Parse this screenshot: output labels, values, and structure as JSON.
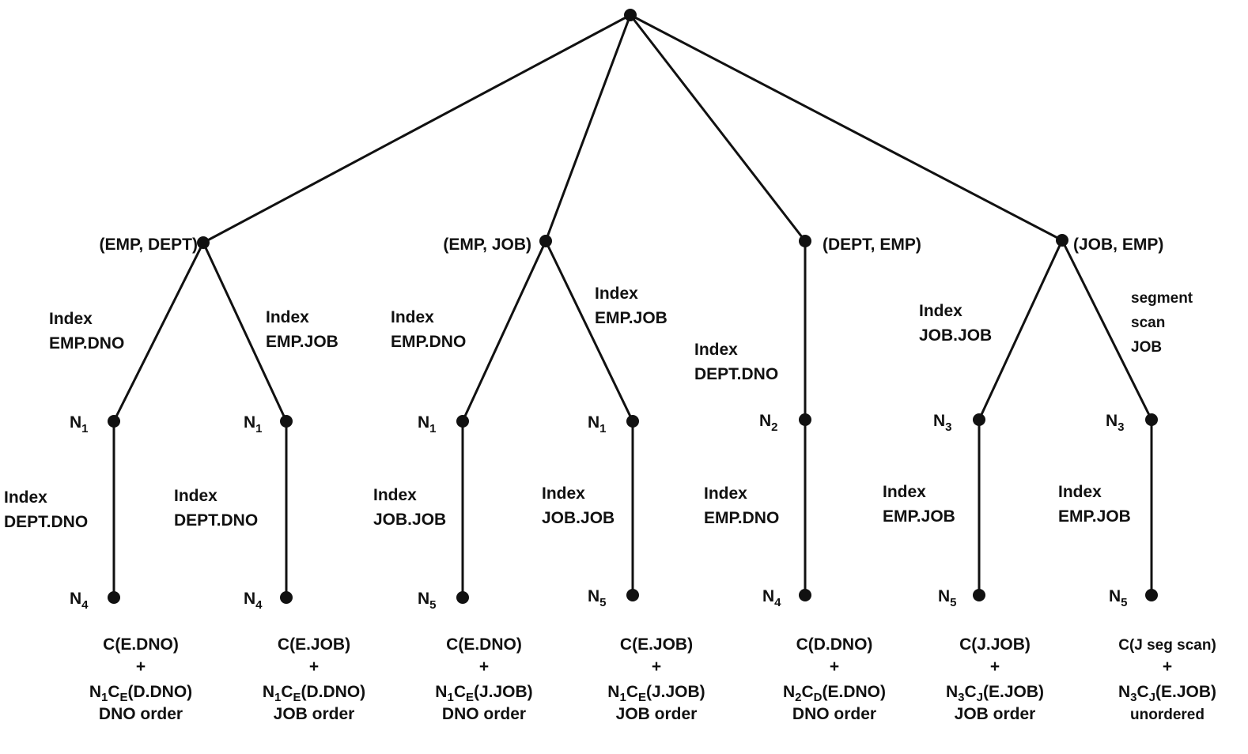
{
  "root": {
    "children": [
      {
        "label": "(EMP, DEPT)",
        "leaves": [
          {
            "access_label": [
              "Index",
              "EMP.DNO"
            ],
            "mid": {
              "base": "N",
              "sub": "1"
            },
            "join_label": [
              "Index",
              "DEPT.DNO"
            ],
            "end": {
              "base": "N",
              "sub": "4"
            },
            "cost": {
              "line1": "C(E.DNO)",
              "plus": "+",
              "n": "N",
              "n_sub": "1",
              "c": "C",
              "c_sub": "E",
              "arg": "(D.DNO)",
              "order": "DNO order"
            }
          },
          {
            "access_label": [
              "Index",
              "EMP.JOB"
            ],
            "mid": {
              "base": "N",
              "sub": "1"
            },
            "join_label": [
              "Index",
              "DEPT.DNO"
            ],
            "end": {
              "base": "N",
              "sub": "4"
            },
            "cost": {
              "line1": "C(E.JOB)",
              "plus": "+",
              "n": "N",
              "n_sub": "1",
              "c": "C",
              "c_sub": "E",
              "arg": "(D.DNO)",
              "order": "JOB order"
            }
          }
        ]
      },
      {
        "label": "(EMP, JOB)",
        "leaves": [
          {
            "access_label": [
              "Index",
              "EMP.DNO"
            ],
            "mid": {
              "base": "N",
              "sub": "1"
            },
            "join_label": [
              "Index",
              "JOB.JOB"
            ],
            "end": {
              "base": "N",
              "sub": "5"
            },
            "cost": {
              "line1": "C(E.DNO)",
              "plus": "+",
              "n": "N",
              "n_sub": "1",
              "c": "C",
              "c_sub": "E",
              "arg": "(J.JOB)",
              "order": "DNO order"
            }
          },
          {
            "access_label": [
              "Index",
              "EMP.JOB"
            ],
            "mid": {
              "base": "N",
              "sub": "1"
            },
            "join_label": [
              "Index",
              "JOB.JOB"
            ],
            "end": {
              "base": "N",
              "sub": "5"
            },
            "cost": {
              "line1": "C(E.JOB)",
              "plus": "+",
              "n": "N",
              "n_sub": "1",
              "c": "C",
              "c_sub": "E",
              "arg": "(J.JOB)",
              "order": "JOB order"
            }
          }
        ]
      },
      {
        "label": "(DEPT, EMP)",
        "leaves": [
          {
            "access_label": [
              "Index",
              "DEPT.DNO"
            ],
            "mid": {
              "base": "N",
              "sub": "2"
            },
            "join_label": [
              "Index",
              "EMP.DNO"
            ],
            "end": {
              "base": "N",
              "sub": "4"
            },
            "cost": {
              "line1": "C(D.DNO)",
              "plus": "+",
              "n": "N",
              "n_sub": "2",
              "c": "C",
              "c_sub": "D",
              "arg": "(E.DNO)",
              "order": "DNO order"
            }
          }
        ]
      },
      {
        "label": "(JOB, EMP)",
        "leaves": [
          {
            "access_label": [
              "Index",
              "JOB.JOB"
            ],
            "mid": {
              "base": "N",
              "sub": "3"
            },
            "join_label": [
              "Index",
              "EMP.JOB"
            ],
            "end": {
              "base": "N",
              "sub": "5"
            },
            "cost": {
              "line1": "C(J.JOB)",
              "plus": "+",
              "n": "N",
              "n_sub": "3",
              "c": "C",
              "c_sub": "J",
              "arg": "(E.JOB)",
              "order": "JOB order"
            }
          },
          {
            "access_label": [
              "segment",
              "scan",
              "JOB"
            ],
            "mid": {
              "base": "N",
              "sub": "3"
            },
            "join_label": [
              "Index",
              "EMP.JOB"
            ],
            "end": {
              "base": "N",
              "sub": "5"
            },
            "cost": {
              "line1": "C(J seg scan)",
              "plus": "+",
              "n": "N",
              "n_sub": "3",
              "c": "C",
              "c_sub": "J",
              "arg": "(E.JOB)",
              "order": "unordered"
            }
          }
        ]
      }
    ]
  }
}
